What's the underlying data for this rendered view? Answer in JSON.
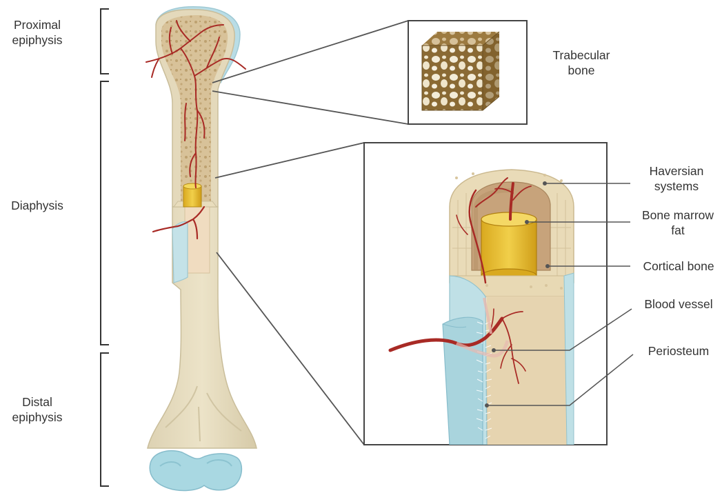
{
  "labels": {
    "proximal_epiphysis": [
      "Proximal",
      "epiphysis"
    ],
    "diaphysis": [
      "Diaphysis"
    ],
    "distal_epiphysis": [
      "Distal",
      "epiphysis"
    ],
    "trabecular_bone": [
      "Trabecular",
      "bone"
    ],
    "haversian_systems": [
      "Haversian",
      "systems"
    ],
    "bone_marrow_fat": [
      "Bone marrow",
      "fat"
    ],
    "cortical_bone": [
      "Cortical bone"
    ],
    "blood_vessel": [
      "Blood vessel"
    ],
    "periosteum": [
      "Periosteum"
    ]
  },
  "colors": {
    "bone_shaft": "#e6dcc0",
    "bone_outline": "#c9bd9a",
    "cartilage": "#a9d8e2",
    "spongy_bone": "#d6bf95",
    "marrow_fat": "#e8c23a",
    "blood_vessel": "#a82a25",
    "periosteum": "#bfe0e6",
    "leader_line": "#555555",
    "bracket": "#333333"
  }
}
